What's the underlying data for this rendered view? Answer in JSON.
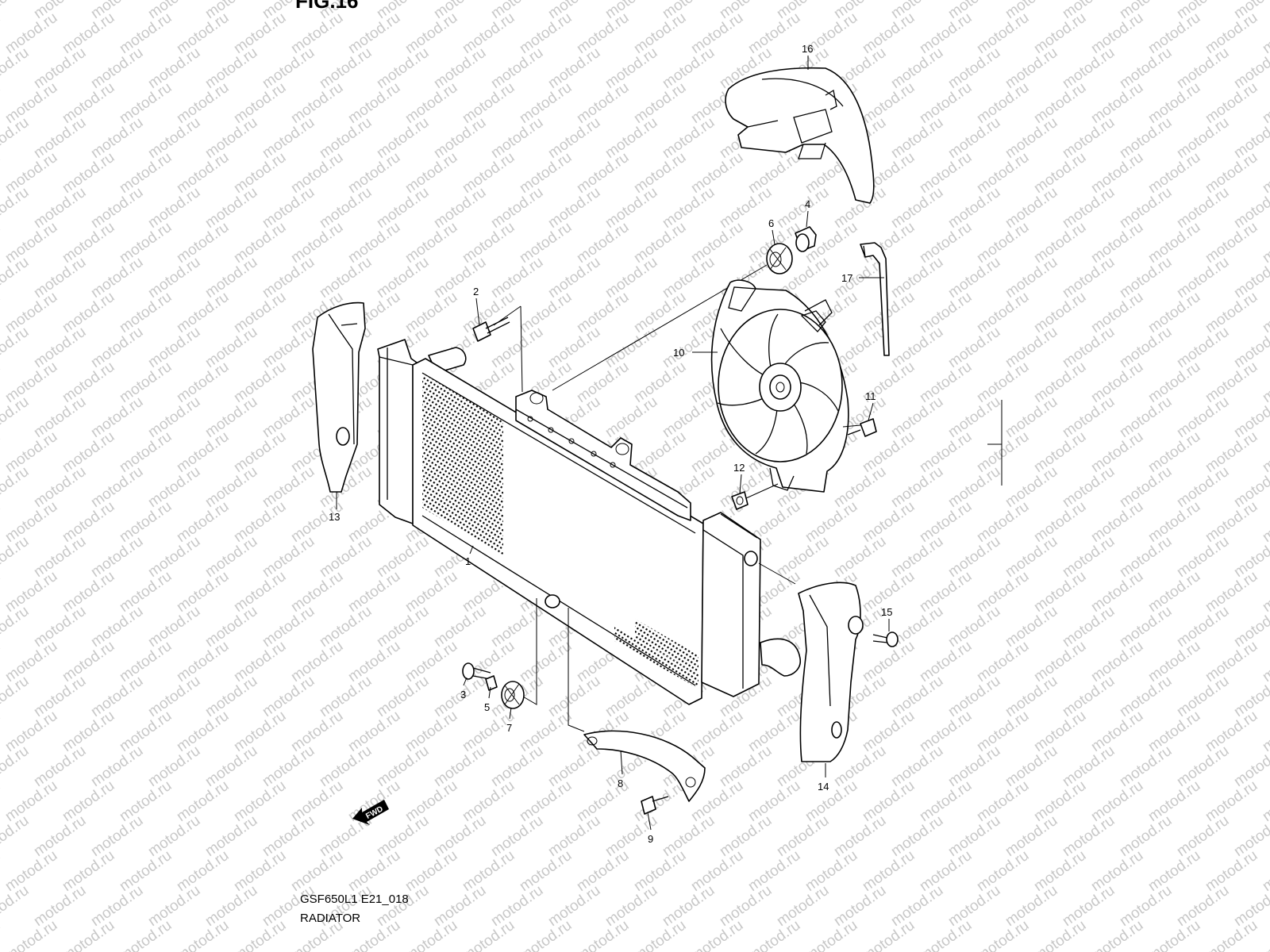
{
  "figure_label": "FIG.16",
  "watermark_text": "motod.ru",
  "model_code": "GSF650L1 E21_018",
  "diagram_title": "RADIATOR",
  "direction_indicator": "FWD",
  "callouts": [
    {
      "number": "1",
      "part": "radiator"
    },
    {
      "number": "2",
      "part": "bolt"
    },
    {
      "number": "3",
      "part": "bolt"
    },
    {
      "number": "4",
      "part": "collar"
    },
    {
      "number": "5",
      "part": "collar"
    },
    {
      "number": "6",
      "part": "cushion"
    },
    {
      "number": "7",
      "part": "cushion"
    },
    {
      "number": "8",
      "part": "bracket"
    },
    {
      "number": "9",
      "part": "bolt"
    },
    {
      "number": "10",
      "part": "cooling fan"
    },
    {
      "number": "11",
      "part": "bolt"
    },
    {
      "number": "12",
      "part": "nut"
    },
    {
      "number": "13",
      "part": "side cover left"
    },
    {
      "number": "14",
      "part": "side cover right"
    },
    {
      "number": "15",
      "part": "screw"
    },
    {
      "number": "16",
      "part": "fan shroud"
    },
    {
      "number": "17",
      "part": "clamp"
    }
  ],
  "colors": {
    "line": "#000000",
    "background": "#ffffff",
    "watermark": "#c8c8c8"
  }
}
